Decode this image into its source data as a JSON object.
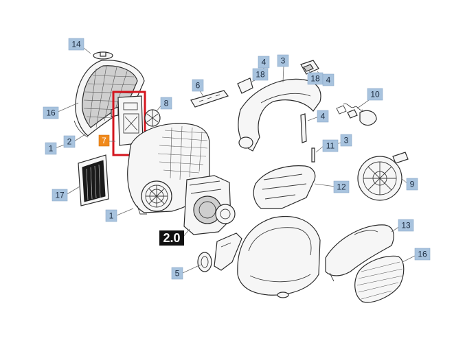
{
  "callouts": [
    {
      "id": "c14",
      "text": "14"
    },
    {
      "id": "c16a",
      "text": "16"
    },
    {
      "id": "c2",
      "text": "2"
    },
    {
      "id": "c1a",
      "text": "1"
    },
    {
      "id": "c7",
      "text": "7",
      "highlight": true
    },
    {
      "id": "c8",
      "text": "8"
    },
    {
      "id": "c6",
      "text": "6"
    },
    {
      "id": "c4a",
      "text": "4"
    },
    {
      "id": "c18a",
      "text": "18"
    },
    {
      "id": "c3a",
      "text": "3"
    },
    {
      "id": "c18b",
      "text": "18"
    },
    {
      "id": "c4b",
      "text": "4"
    },
    {
      "id": "c10",
      "text": "10"
    },
    {
      "id": "c4c",
      "text": "4"
    },
    {
      "id": "c11",
      "text": "11"
    },
    {
      "id": "c3b",
      "text": "3"
    },
    {
      "id": "c17",
      "text": "17"
    },
    {
      "id": "c1b",
      "text": "1"
    },
    {
      "id": "c12",
      "text": "12"
    },
    {
      "id": "c9",
      "text": "9"
    },
    {
      "id": "c13",
      "text": "13"
    },
    {
      "id": "c16b",
      "text": "16"
    },
    {
      "id": "c5",
      "text": "5"
    }
  ],
  "badge": {
    "text": "2.0"
  },
  "colors": {
    "callout_fill": "#a8c3de",
    "callout_highlight": "#f08a1c",
    "highlight_frame": "#d4151e",
    "badge": "#111111"
  }
}
